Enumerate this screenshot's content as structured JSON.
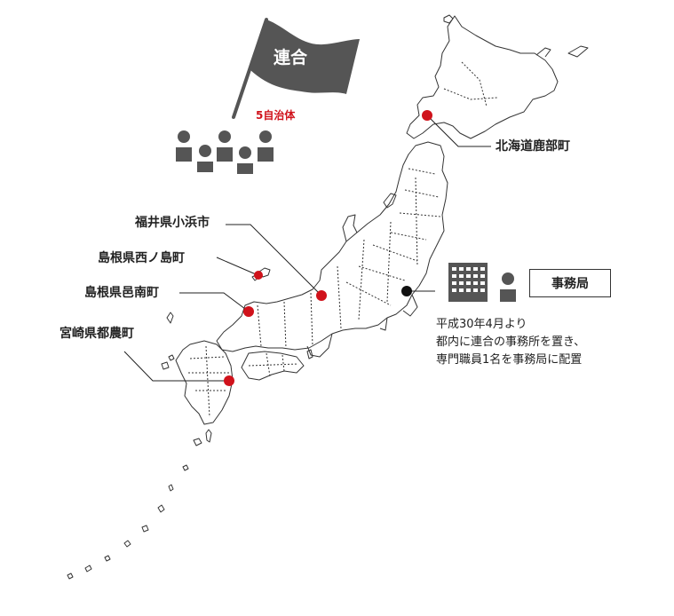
{
  "union": {
    "flag_label": "連合",
    "member_count": "5自治体",
    "flag_color": "#555555",
    "people_icon_color": "#555555"
  },
  "markers": {
    "member_color": "#d0121b",
    "office_color": "#111111"
  },
  "municipalities": [
    {
      "id": "shikabe",
      "label": "北海道鹿部町"
    },
    {
      "id": "obama",
      "label": "福井県小浜市"
    },
    {
      "id": "nishinoshima",
      "label": "島根県西ノ島町"
    },
    {
      "id": "ohnan",
      "label": "島根県邑南町"
    },
    {
      "id": "tsuno",
      "label": "宮崎県都農町"
    }
  ],
  "office": {
    "label": "事務局",
    "description_lines": [
      "平成30年4月より",
      "都内に連合の事務所を置き、",
      "専門職員1名を事務局に配置"
    ]
  }
}
